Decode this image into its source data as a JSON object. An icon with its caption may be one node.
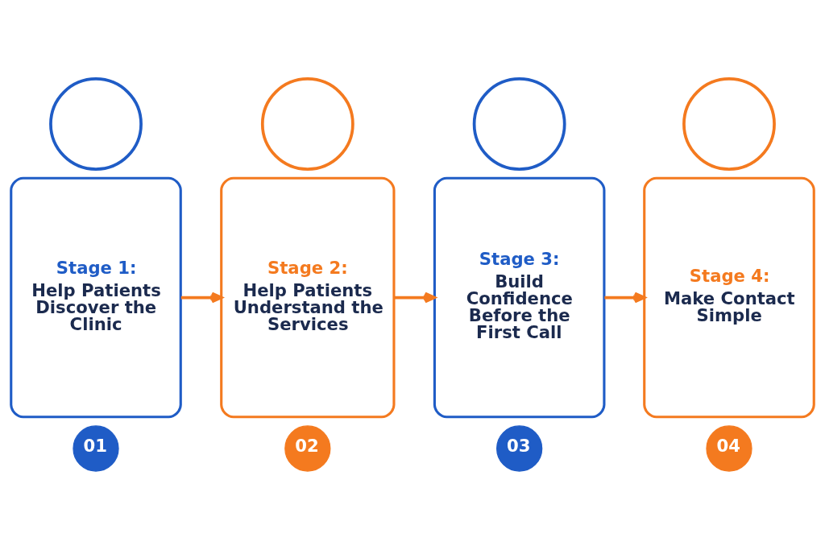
{
  "diagram": {
    "nodes": [
      {
        "text": [],
        "shape": "circle"
      },
      {
        "text": [
          "Stage 1:",
          "Help Patients Discover the Clinic"
        ]
      },
      {
        "text": [
          "01"
        ]
      },
      {
        "text": [],
        "shape": "circle"
      },
      {
        "text": [
          "Stage 2:",
          "Help Patients Understand the Services"
        ]
      },
      {
        "text": [
          "02"
        ]
      },
      {
        "text": [],
        "shape": "circle"
      },
      {
        "text": [
          "Stage 3:",
          "Build Confidence Before the First Call"
        ]
      },
      {
        "text": [
          "03"
        ]
      },
      {
        "text": [],
        "shape": "circle"
      },
      {
        "text": [
          "Stage 4:",
          "Make Contact Simple"
        ]
      },
      {
        "text": [
          "04"
        ]
      }
    ],
    "edges": [
      {
        "from": 1,
        "to": 4,
        "arrow": "to"
      },
      {
        "from": 4,
        "to": 7,
        "arrow": "to"
      },
      {
        "from": 7,
        "to": 10,
        "arrow": "to"
      }
    ]
  }
}
